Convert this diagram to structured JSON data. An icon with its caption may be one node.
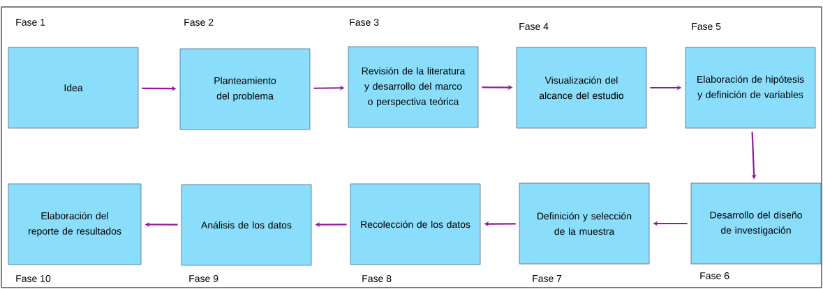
{
  "diagram": {
    "nodes": [
      {
        "text": [
          "Idea"
        ],
        "beside": [
          "Fase 1"
        ]
      },
      {
        "text": [
          "Planteamiento del problema"
        ],
        "beside": [
          "Fase 2"
        ]
      },
      {
        "text": [
          "Revisión de la literatura y desarrollo del marco o perspectiva teórica"
        ],
        "beside": [
          "Fase 3"
        ]
      },
      {
        "text": [
          "Visualización del alcance del estudio"
        ],
        "beside": [
          "Fase 4"
        ]
      },
      {
        "text": [
          "Elaboración de hipótesis y definición de variables"
        ],
        "beside": [
          "Fase 5"
        ]
      },
      {
        "text": [
          "Desarrollo del diseño de investigación"
        ],
        "beside": [
          "Fase 6"
        ]
      },
      {
        "text": [
          "Definición y selección de la muestra"
        ],
        "beside": [
          "Fase 7"
        ]
      },
      {
        "text": [
          "Recolección de los datos"
        ],
        "beside": [
          "Fase 8"
        ]
      },
      {
        "text": [
          "Análisis de los datos"
        ],
        "beside": [
          "Fase 9"
        ]
      },
      {
        "text": [
          "Elaboración del reporte de resultados"
        ],
        "beside": [
          "Fase 10"
        ]
      }
    ],
    "edges": [
      {
        "from": 0,
        "to": 1,
        "arrow": "to"
      },
      {
        "from": 1,
        "to": 2,
        "arrow": "to"
      },
      {
        "from": 2,
        "to": 3,
        "arrow": "to"
      },
      {
        "from": 3,
        "to": 4,
        "arrow": "to"
      },
      {
        "from": 4,
        "to": 5,
        "arrow": "to"
      },
      {
        "from": 5,
        "to": 6,
        "arrow": "to"
      },
      {
        "from": 6,
        "to": 7,
        "arrow": "to"
      },
      {
        "from": 7,
        "to": 8,
        "arrow": "to"
      },
      {
        "from": 8,
        "to": 9,
        "arrow": "to"
      }
    ]
  }
}
